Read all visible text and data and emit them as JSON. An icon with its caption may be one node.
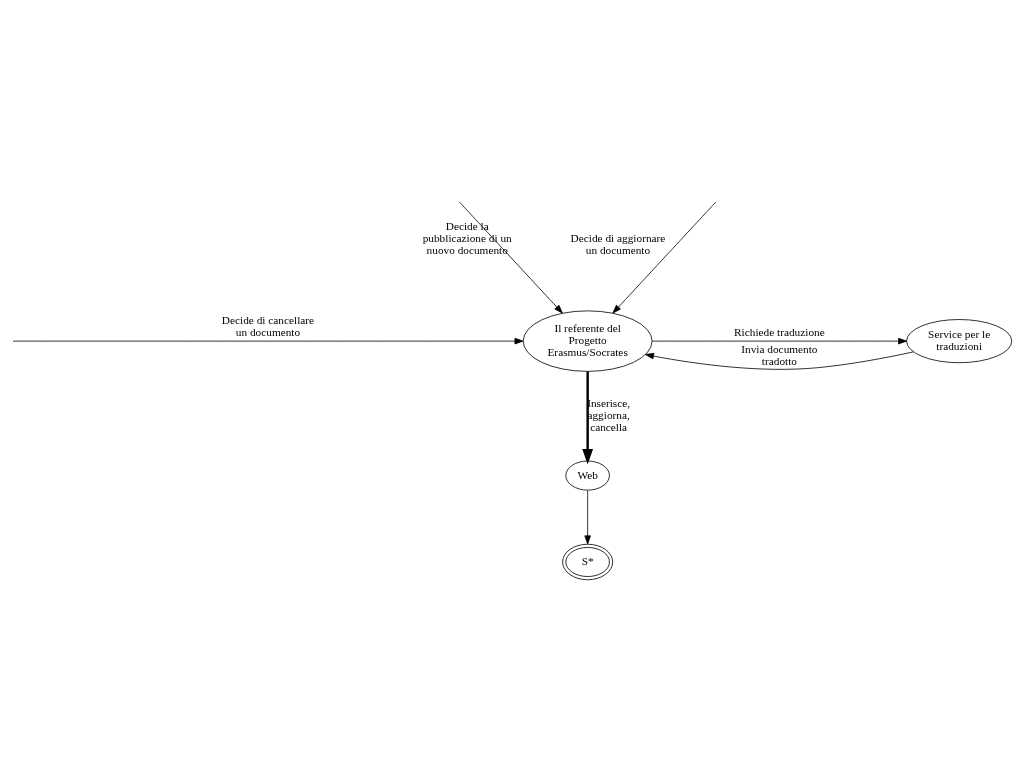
{
  "diagram": {
    "nodes": [
      {
        "text": [
          "Il referente del Progetto Erasmus/Socrates"
        ]
      },
      {
        "text": [
          "Service per le traduzioni"
        ]
      },
      {
        "text": [
          "Web"
        ]
      },
      {
        "text": [
          "S*"
        ]
      }
    ],
    "edges": [
      {
        "from": null,
        "to": 0,
        "arrow": "to",
        "label": "Decide di cancellare un documento"
      },
      {
        "from": null,
        "to": 0,
        "arrow": "to",
        "label": "Decide di aggiornare un documento"
      },
      {
        "from": null,
        "to": 0,
        "arrow": "to",
        "label": "Decide la pubblicazione di un nuovo documento"
      },
      {
        "from": 0,
        "to": 1,
        "arrow": "to",
        "label": "Richiede traduzione"
      },
      {
        "from": 1,
        "to": 0,
        "arrow": "to",
        "label": "Invia documento tradotto"
      },
      {
        "from": 0,
        "to": 2,
        "arrow": "to",
        "label": "Inserisce, aggiorna, cancella",
        "style": "thick"
      },
      {
        "from": 2,
        "to": 3,
        "arrow": "to"
      }
    ]
  }
}
